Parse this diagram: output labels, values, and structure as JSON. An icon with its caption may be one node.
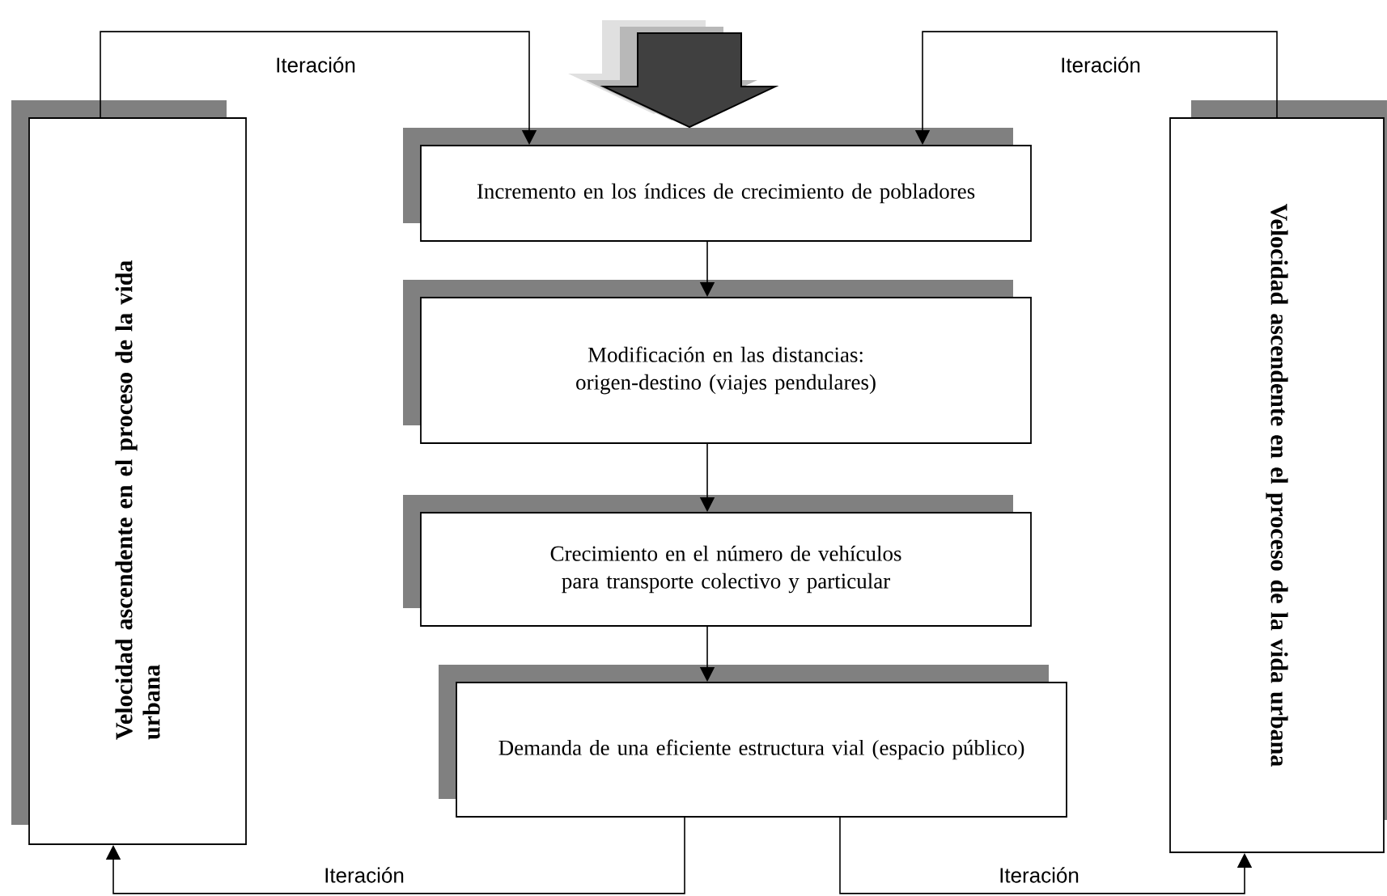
{
  "diagram": {
    "nodes": [
      {
        "text": [
          "Velocidad ascendente en el proceso de la vida urbana"
        ]
      },
      {
        "text": [
          "Incremento en los índices de crecimiento de pobladores"
        ]
      },
      {
        "text": [
          "Modificación en las distancias: origen-destino (viajes pendulares)"
        ]
      },
      {
        "text": [
          "Crecimiento en el número de vehículos para transporte colectivo y particular"
        ]
      },
      {
        "text": [
          "Demanda de una eficiente estructura vial (espacio público)"
        ]
      },
      {
        "text": [
          "Velocidad ascendente en el proceso de la vida urbana"
        ]
      }
    ],
    "edges": [
      {
        "from": 0,
        "to": 1,
        "arrow": "to",
        "label": "Iteración"
      },
      {
        "from": 5,
        "to": 1,
        "arrow": "to",
        "label": "Iteración"
      },
      {
        "from": 1,
        "to": 2,
        "arrow": "to"
      },
      {
        "from": 2,
        "to": 3,
        "arrow": "to"
      },
      {
        "from": 3,
        "to": 4,
        "arrow": "to"
      },
      {
        "from": 4,
        "to": 0,
        "arrow": "to",
        "label": "Iteración"
      },
      {
        "from": 4,
        "to": 5,
        "arrow": "to",
        "label": "Iteración"
      },
      {
        "from": null,
        "to": 1,
        "arrow": "to",
        "style": "thick"
      }
    ]
  }
}
